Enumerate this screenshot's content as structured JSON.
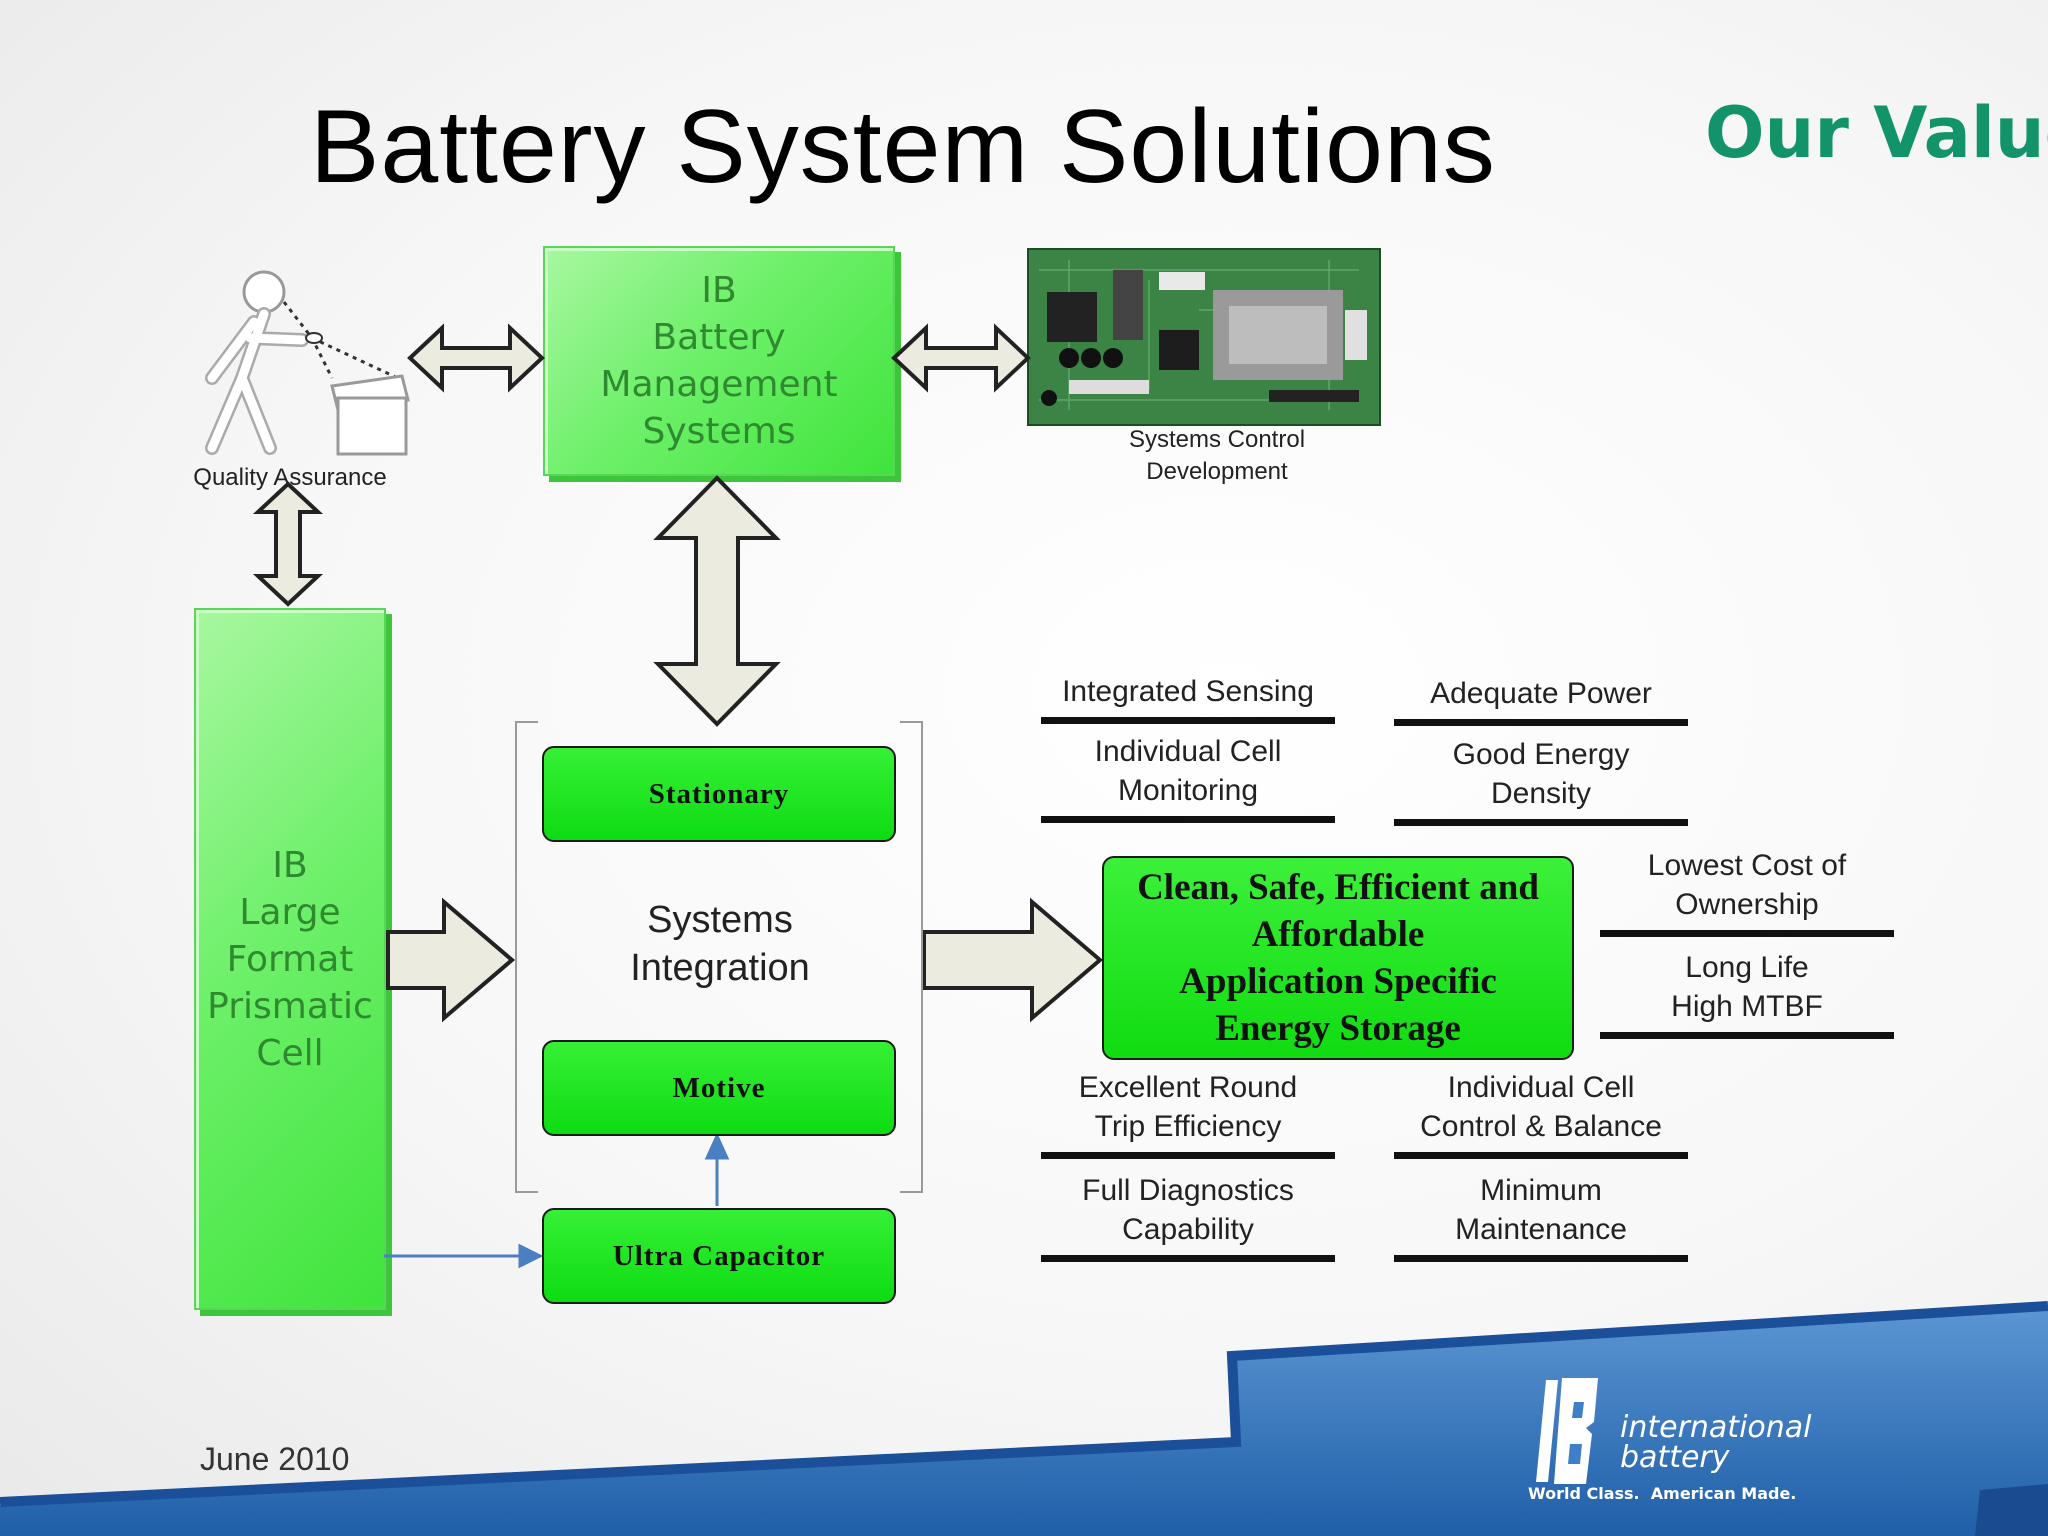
{
  "slide": {
    "title": "Battery System Solutions",
    "section": "Our Value",
    "date": "June 2010"
  },
  "diagram": {
    "quality_assurance": "Quality Assurance",
    "bms_lines": [
      "IB",
      "Battery",
      "Management",
      "Systems"
    ],
    "systems_control_lines": [
      "Systems Control",
      "Development"
    ],
    "cell_lines": [
      "IB",
      "Large",
      "Format",
      "Prismatic",
      "Cell"
    ],
    "stationary": "Stationary",
    "systems_integration_lines": [
      "Systems",
      "Integration"
    ],
    "motive": "Motive",
    "ultra_capacitor": "Ultra Capacitor",
    "core_value_lines": [
      "Clean, Safe, Efficient and",
      "Affordable",
      "Application Specific",
      "Energy Storage"
    ],
    "features": {
      "integrated_sensing": [
        "Integrated Sensing"
      ],
      "adequate_power": [
        "Adequate Power"
      ],
      "individual_cell_monitoring": [
        "Individual Cell",
        "Monitoring"
      ],
      "good_energy_density": [
        "Good Energy",
        "Density"
      ],
      "lowest_cost": [
        "Lowest Cost of",
        "Ownership"
      ],
      "long_life": [
        "Long Life",
        "High MTBF"
      ],
      "round_trip": [
        "Excellent Round",
        "Trip Efficiency"
      ],
      "cell_control": [
        "Individual Cell",
        "Control & Balance"
      ],
      "diagnostics": [
        "Full Diagnostics",
        "Capability"
      ],
      "maintenance": [
        "Minimum",
        "Maintenance"
      ]
    }
  },
  "logo": {
    "name_line1": "international",
    "name_line2": "battery",
    "tagline": "World Class.  American Made."
  },
  "colors": {
    "accent_green": "#13936a",
    "box_green": "#6ef06a",
    "pill_green": "#22e622",
    "footer_blue": "#1f5fa8"
  }
}
